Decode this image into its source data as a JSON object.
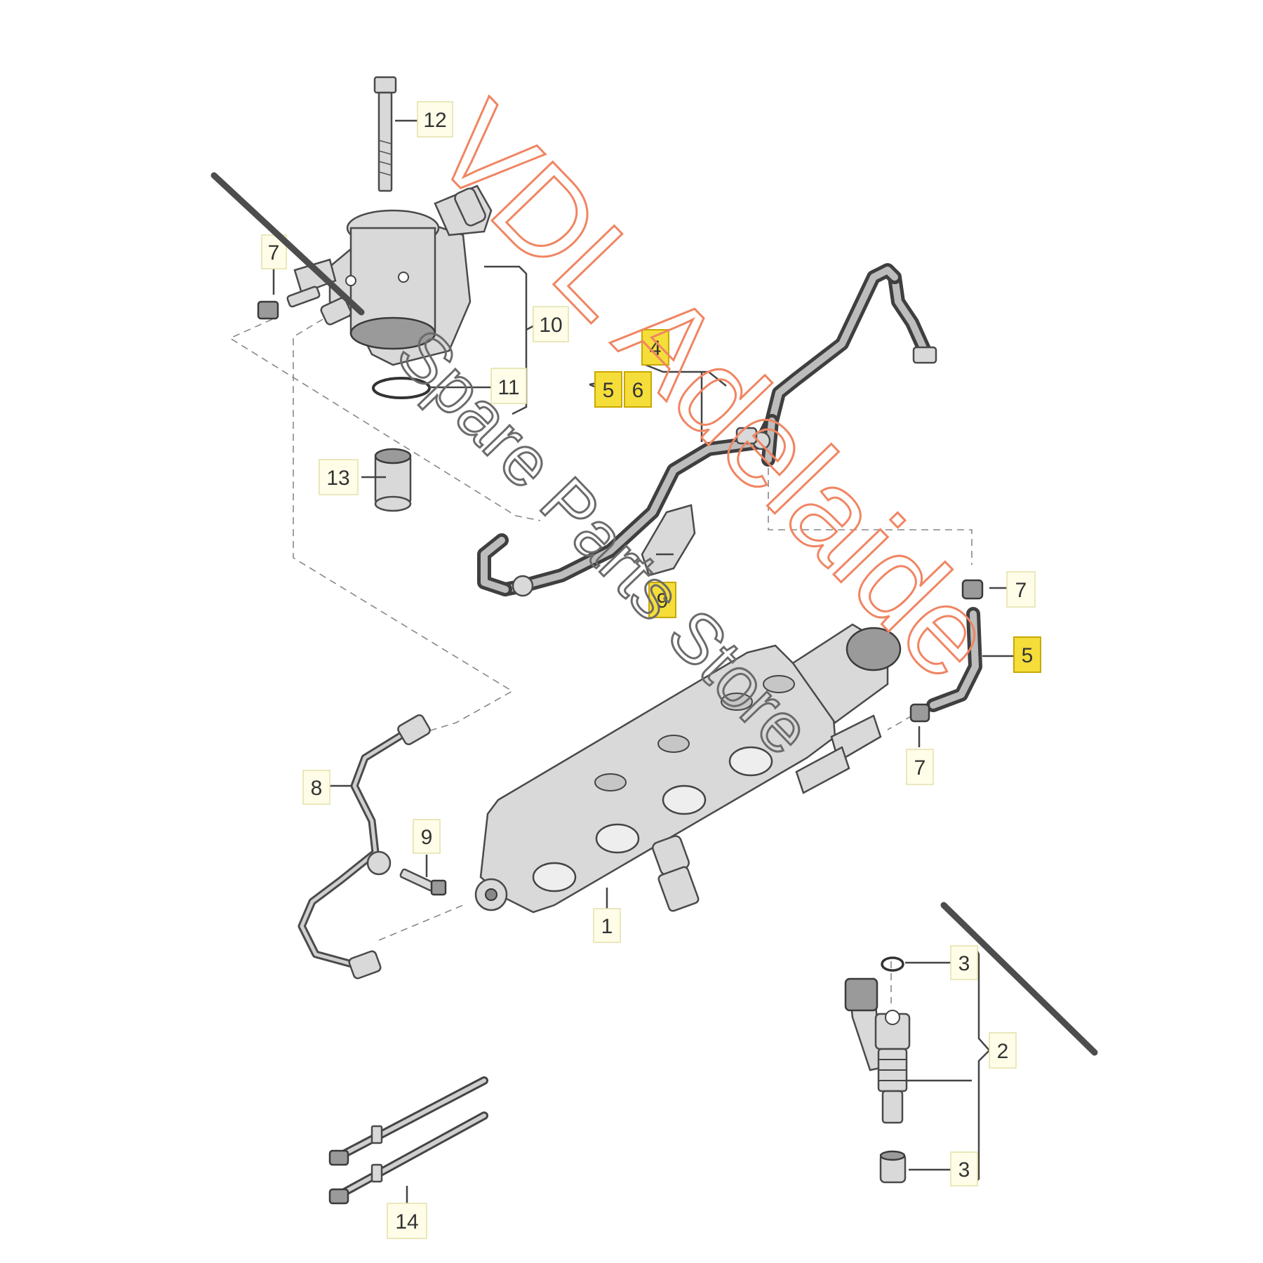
{
  "callouts": [
    {
      "id": "c12",
      "label": "12",
      "highlight": false
    },
    {
      "id": "c7a",
      "label": "7",
      "highlight": false
    },
    {
      "id": "c10",
      "label": "10",
      "highlight": false
    },
    {
      "id": "c11",
      "label": "11",
      "highlight": false
    },
    {
      "id": "c4",
      "label": "4",
      "highlight": true
    },
    {
      "id": "c5a",
      "label": "5",
      "highlight": true
    },
    {
      "id": "c6",
      "label": "6",
      "highlight": true
    },
    {
      "id": "c13",
      "label": "13",
      "highlight": false
    },
    {
      "id": "c9top",
      "label": "9",
      "highlight": true
    },
    {
      "id": "c7b",
      "label": "7",
      "highlight": false
    },
    {
      "id": "c5b",
      "label": "5",
      "highlight": true
    },
    {
      "id": "c7c",
      "label": "7",
      "highlight": false
    },
    {
      "id": "c8",
      "label": "8",
      "highlight": false
    },
    {
      "id": "c9",
      "label": "9",
      "highlight": false
    },
    {
      "id": "c1",
      "label": "1",
      "highlight": false
    },
    {
      "id": "c3a",
      "label": "3",
      "highlight": false
    },
    {
      "id": "c2",
      "label": "2",
      "highlight": false
    },
    {
      "id": "c3b",
      "label": "3",
      "highlight": false
    },
    {
      "id": "c14",
      "label": "14",
      "highlight": false
    }
  ],
  "watermark": {
    "line1": "VDL Adelaide",
    "line2": "Spare Parts Store",
    "color_primary": "#f08562",
    "color_secondary": "#6b6b6b"
  },
  "colors": {
    "highlight_fill": "#f5dd3a",
    "callout_fill": "#fffde8",
    "line": "#444444"
  }
}
